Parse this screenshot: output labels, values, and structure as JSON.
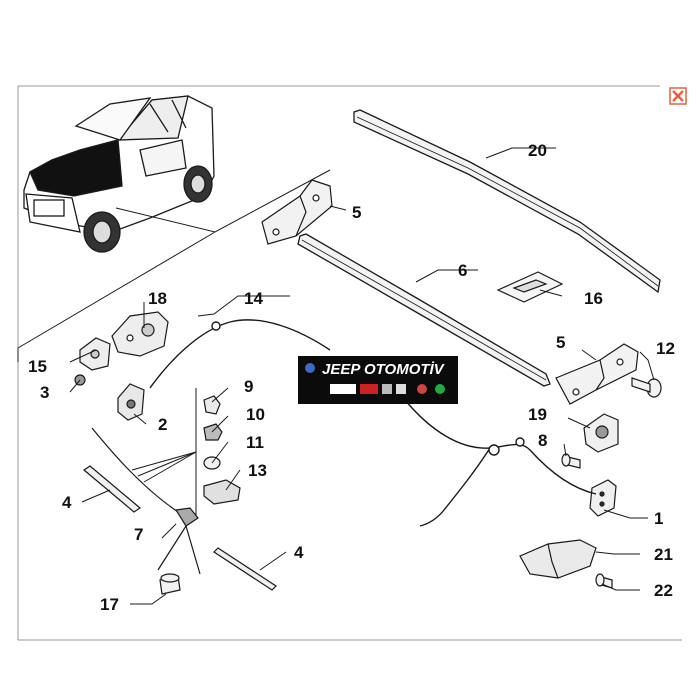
{
  "colors": {
    "background": "#ffffff",
    "line": "#1a1a1a",
    "part_fill": "#f2f2f2",
    "part_shade": "#bdbdbd",
    "banner_bg": "#0b0b0b",
    "close_icon": "#e8603c"
  },
  "close_icon": "close-x-icon",
  "banner": {
    "title": "JEEP OTOMOTİV"
  },
  "callouts": {
    "c1": "1",
    "c2": "2",
    "c3": "3",
    "c4a": "4",
    "c4b": "4",
    "c5a": "5",
    "c5b": "5",
    "c6": "6",
    "c7": "7",
    "c8": "8",
    "c9": "9",
    "c10": "10",
    "c11": "11",
    "c12": "12",
    "c13": "13",
    "c14": "14",
    "c15": "15",
    "c16": "16",
    "c17": "17",
    "c18": "18",
    "c19": "19",
    "c20": "20",
    "c21": "21",
    "c22": "22"
  }
}
